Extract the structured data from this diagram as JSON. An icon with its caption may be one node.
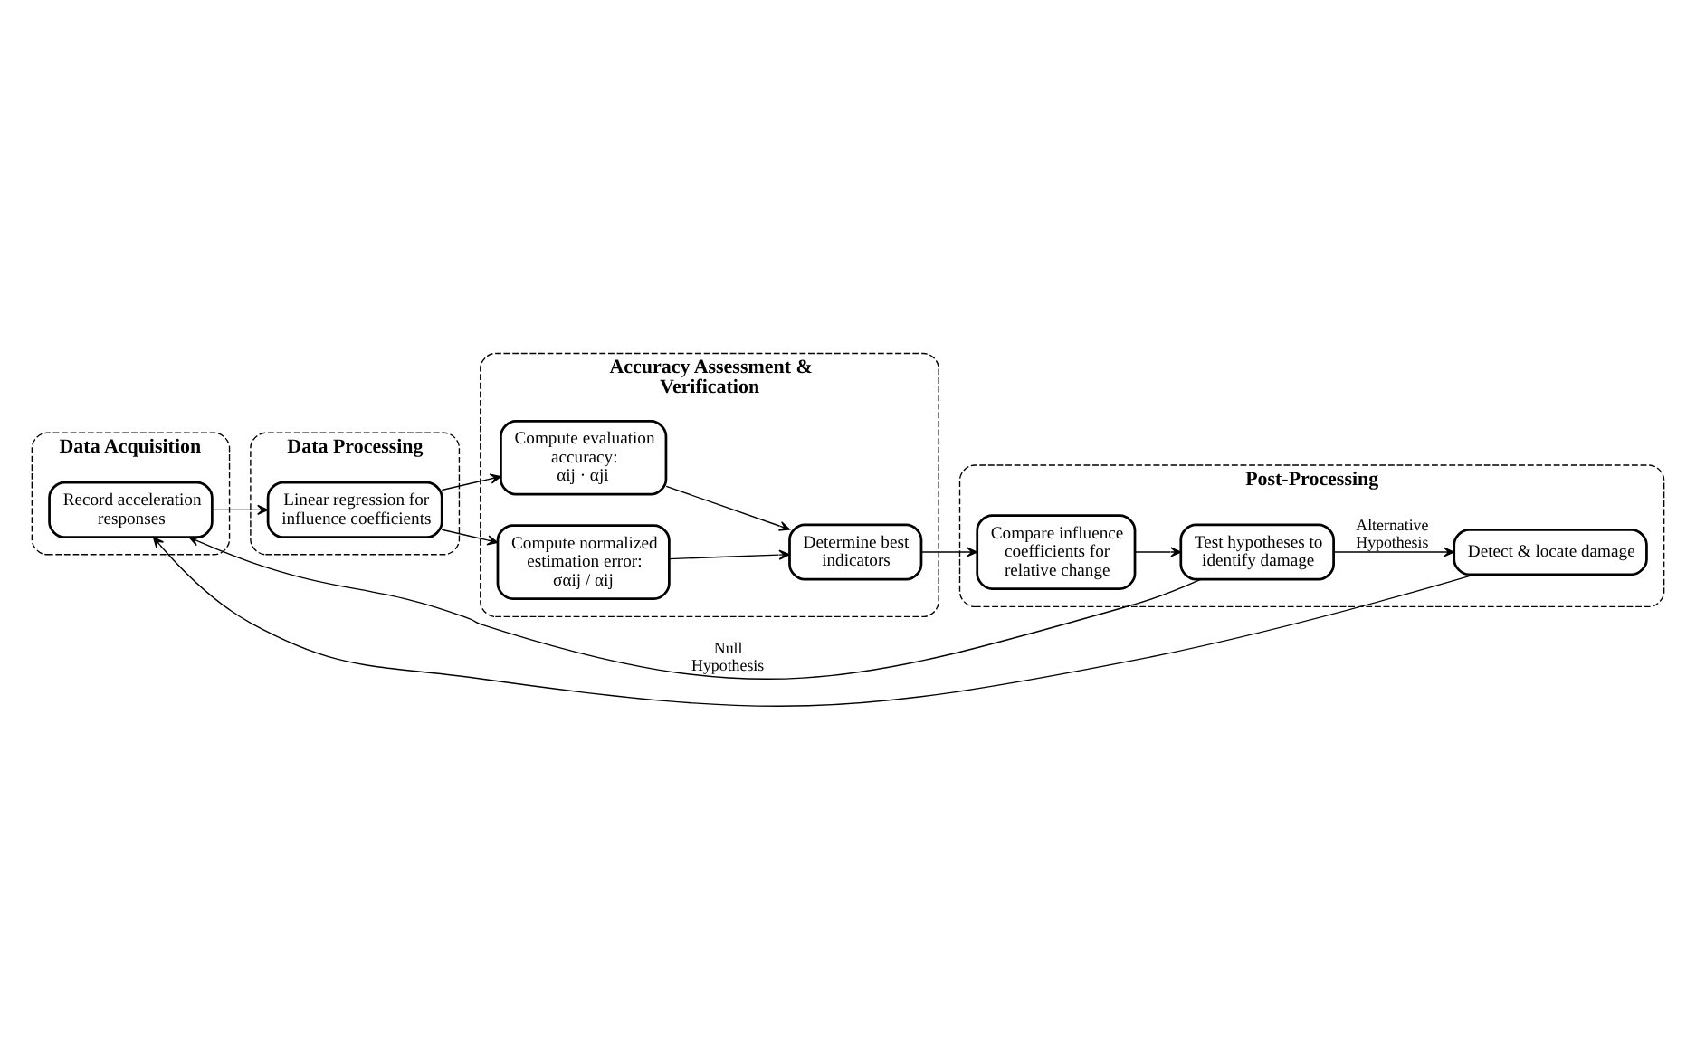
{
  "diagram": {
    "nodes": [
      {
        "text": [
          "Data Acquisition"
        ]
      },
      {
        "text": [
          "Record acceleration responses"
        ],
        "in": 0
      },
      {
        "text": [
          "Data Processing"
        ]
      },
      {
        "text": [
          "Linear regression for influence coefficients"
        ],
        "in": 2
      },
      {
        "text": [
          "Accuracy Assessment & Verification"
        ]
      },
      {
        "text": [
          "Compute evaluation accuracy:",
          "αij · αji"
        ],
        "in": 4
      },
      {
        "text": [
          "Compute normalized estimation error:",
          "σαij / αij"
        ],
        "in": 4
      },
      {
        "text": [
          "Determine best indicators"
        ],
        "in": 4
      },
      {
        "text": [
          "Post-Processing"
        ]
      },
      {
        "text": [
          "Compare influence coefficients for relative change"
        ],
        "in": 8
      },
      {
        "text": [
          "Test hypotheses to identify damage"
        ],
        "in": 8
      },
      {
        "text": [
          "Detect & locate damage"
        ],
        "in": 8
      }
    ],
    "edges": [
      {
        "from": 1,
        "to": 3,
        "arrow": "to"
      },
      {
        "from": 3,
        "to": 5,
        "arrow": "to"
      },
      {
        "from": 3,
        "to": 6,
        "arrow": "to"
      },
      {
        "from": 5,
        "to": 7,
        "arrow": "to"
      },
      {
        "from": 6,
        "to": 7,
        "arrow": "to"
      },
      {
        "from": 7,
        "to": 9,
        "arrow": "to"
      },
      {
        "from": 9,
        "to": 10,
        "arrow": "to"
      },
      {
        "from": 10,
        "to": 1,
        "arrow": "to",
        "label": "Null Hypothesis"
      },
      {
        "from": 10,
        "to": 11,
        "arrow": "to",
        "label": "Alternative Hypothesis"
      },
      {
        "from": 11,
        "to": 1,
        "arrow": "to"
      }
    ]
  }
}
